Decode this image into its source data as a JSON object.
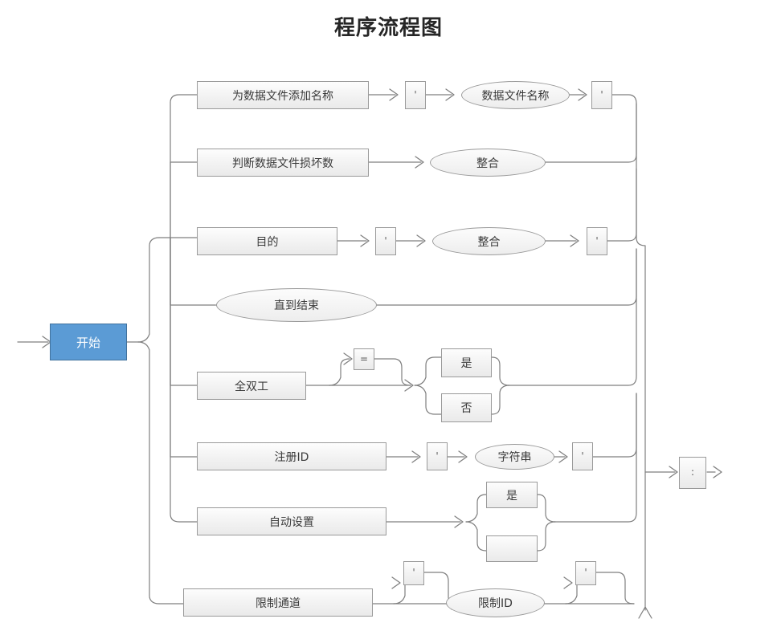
{
  "title": "程序流程图",
  "colors": {
    "start_fill": "#5b9bd5",
    "start_border": "#41719c",
    "start_text": "#ffffff",
    "node_border": "#9a9a9a",
    "node_fill_top": "#fdfdfd",
    "node_fill_bottom": "#eaeaea",
    "line": "#7f7f7f",
    "text": "#3a3a3a",
    "title_text": "#262626",
    "background": "#ffffff"
  },
  "start_node": {
    "label": "开始"
  },
  "exit_node": {
    "label": ":"
  },
  "rows": [
    {
      "id": "row-1",
      "items": [
        {
          "name": "add-data-file-name-box",
          "shape": "rect",
          "label": "为数据文件添加名称"
        },
        {
          "name": "quote-box-1",
          "shape": "rect-small",
          "label": "'"
        },
        {
          "name": "data-file-name-oval",
          "shape": "oval",
          "label": "数据文件名称"
        },
        {
          "name": "quote-box-2",
          "shape": "rect-small",
          "label": "'"
        }
      ]
    },
    {
      "id": "row-2",
      "items": [
        {
          "name": "judge-damaged-files-box",
          "shape": "rect",
          "label": "判断数据文件损坏数"
        },
        {
          "name": "integrate-oval-1",
          "shape": "oval",
          "label": "整合"
        }
      ]
    },
    {
      "id": "row-3",
      "items": [
        {
          "name": "purpose-box",
          "shape": "rect",
          "label": "目的"
        },
        {
          "name": "quote-box-3",
          "shape": "rect-small",
          "label": "'"
        },
        {
          "name": "integrate-oval-2",
          "shape": "oval",
          "label": "整合"
        },
        {
          "name": "quote-box-4",
          "shape": "rect-small",
          "label": "'"
        }
      ]
    },
    {
      "id": "row-4",
      "items": [
        {
          "name": "until-end-oval",
          "shape": "oval",
          "label": "直到结束"
        }
      ]
    },
    {
      "id": "row-5",
      "items": [
        {
          "name": "full-duplex-box",
          "shape": "rect",
          "label": "全双工"
        },
        {
          "name": "equals-box",
          "shape": "rect-small",
          "label": "="
        },
        {
          "name": "yes-box-1",
          "shape": "rect",
          "label": "是"
        },
        {
          "name": "no-box-1",
          "shape": "rect",
          "label": "否"
        }
      ]
    },
    {
      "id": "row-6",
      "items": [
        {
          "name": "register-id-box",
          "shape": "rect",
          "label": "注册ID"
        },
        {
          "name": "quote-box-5",
          "shape": "rect-small",
          "label": "'"
        },
        {
          "name": "string-oval",
          "shape": "oval",
          "label": "字符串"
        },
        {
          "name": "quote-box-6",
          "shape": "rect-small",
          "label": "'"
        }
      ]
    },
    {
      "id": "row-7",
      "items": [
        {
          "name": "auto-setup-box",
          "shape": "rect",
          "label": "自动设置"
        },
        {
          "name": "yes-box-2",
          "shape": "rect",
          "label": "是"
        },
        {
          "name": "empty-box",
          "shape": "rect",
          "label": ""
        }
      ]
    },
    {
      "id": "row-8",
      "items": [
        {
          "name": "restrict-channel-box",
          "shape": "rect",
          "label": "限制通道"
        },
        {
          "name": "quote-box-7",
          "shape": "rect-small",
          "label": "'"
        },
        {
          "name": "restrict-id-oval",
          "shape": "oval",
          "label": "限制ID"
        },
        {
          "name": "quote-box-8",
          "shape": "rect-small",
          "label": "'"
        }
      ]
    }
  ]
}
